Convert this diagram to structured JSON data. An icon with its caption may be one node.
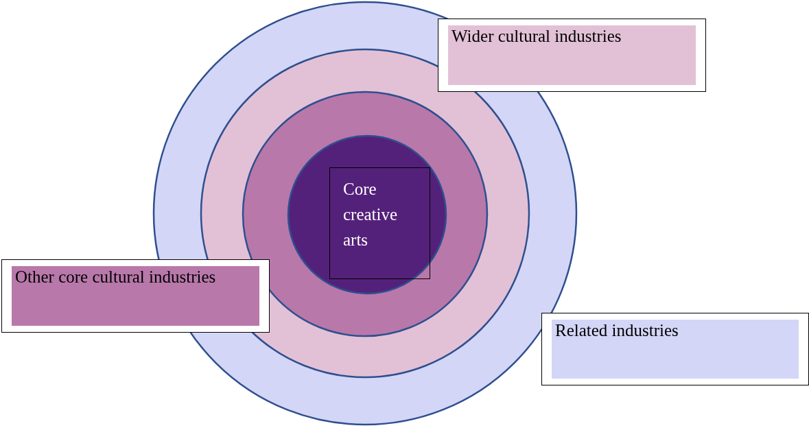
{
  "diagram": {
    "nodes": [
      {
        "text": [
          "Core creative arts"
        ]
      }
    ],
    "legend": [
      {
        "text": "Wider cultural industries",
        "color": "#e2c1d6"
      },
      {
        "text": "Other core cultural industries",
        "color": "#b878aa"
      },
      {
        "text": "Related industries",
        "color": "#d3d6f6"
      }
    ]
  }
}
